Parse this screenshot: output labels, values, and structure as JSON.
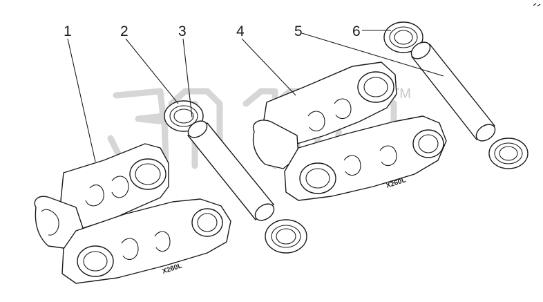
{
  "callouts": [
    {
      "id": "1",
      "label": "1"
    },
    {
      "id": "2",
      "label": "2"
    },
    {
      "id": "3",
      "label": "3"
    },
    {
      "id": "4",
      "label": "4"
    },
    {
      "id": "5",
      "label": "5"
    },
    {
      "id": "6",
      "label": "6"
    }
  ],
  "stamps": {
    "link_front_left": "X260L",
    "link_front_right": "X260L"
  },
  "watermark": {
    "text": "ЭПС",
    "trademark": "TM"
  },
  "colors": {
    "line": "#1a1a1a",
    "watermark": "#c8c8c8",
    "background": "#ffffff"
  }
}
